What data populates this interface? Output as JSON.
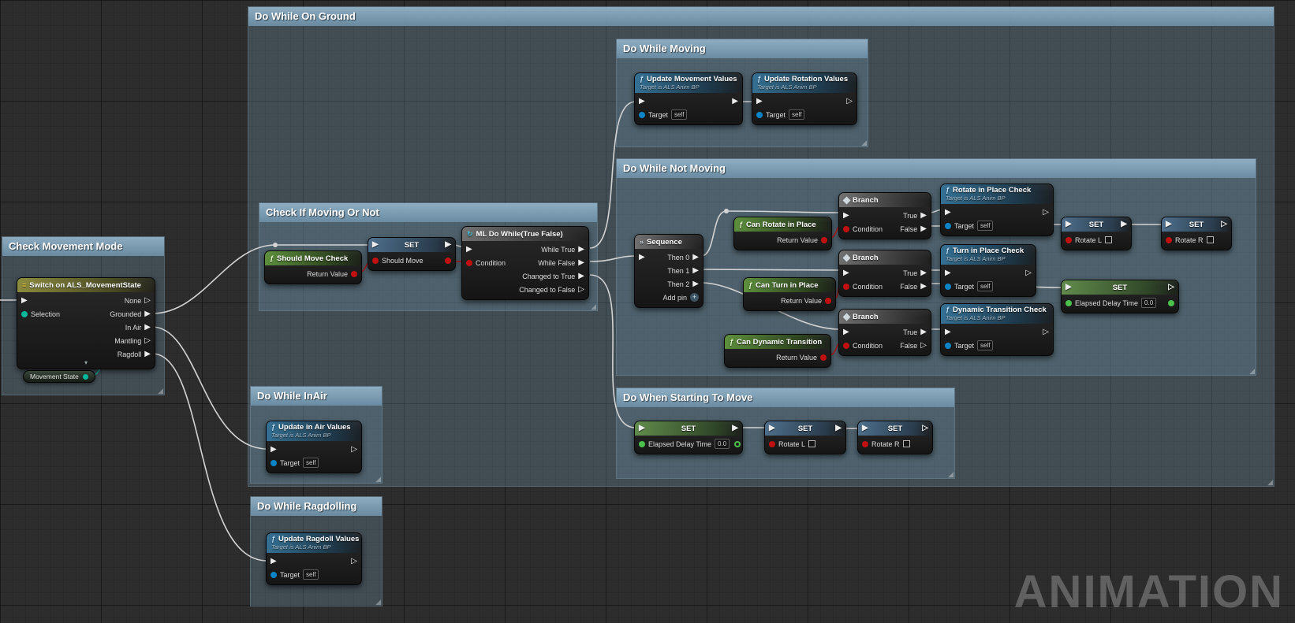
{
  "watermark": "ANIMATION",
  "colors": {
    "exec_wire": "#d4d4d4",
    "bool_pin": "#c01010",
    "float_pin": "#4cc14c",
    "object_pin": "#0a84c4",
    "enum_pin": "#00b89c",
    "comment_header": "#7fa3b8"
  },
  "comments": {
    "on_ground": "Do While On Ground",
    "moving": "Do While Moving",
    "not_moving": "Do While Not Moving",
    "check_moving": "Check If Moving Or Not",
    "movement_mode": "Check Movement Mode",
    "in_air": "Do While InAir",
    "starting_move": "Do When Starting To Move",
    "ragdolling": "Do While Ragdolling"
  },
  "common": {
    "set": "SET",
    "target": "Target",
    "self": "self",
    "return_value": "Return Value",
    "condition": "Condition",
    "true_label": "True",
    "false_label": "False",
    "branch": "Branch",
    "target_sub": "Target is ALS Anim BP",
    "elapsed_delay": "Elapsed Delay Time",
    "zero_value": "0.0",
    "rotate_l": "Rotate L",
    "rotate_r": "Rotate R",
    "add_pin": "Add pin",
    "should_move": "Should Move",
    "selection": "Selection",
    "movement_state": "Movement State"
  },
  "nodes": {
    "switch": {
      "title": "Switch on ALS_MovementState",
      "outputs": [
        "None",
        "Grounded",
        "In Air",
        "Mantling",
        "Ragdoll"
      ]
    },
    "should_move_check": "Should Move Check",
    "ml_do_while": {
      "title": "ML Do While(True False)",
      "outputs": [
        "While True",
        "While False",
        "Changed to True",
        "Changed to False"
      ]
    },
    "update_movement": "Update Movement Values",
    "update_rotation": "Update Rotation Values",
    "sequence": {
      "title": "Sequence",
      "thens": [
        "Then 0",
        "Then 1",
        "Then 2"
      ]
    },
    "can_rotate": "Can Rotate in Place",
    "can_turn": "Can Turn in Place",
    "can_dynamic": "Can Dynamic Transition",
    "rotate_check": "Rotate in Place Check",
    "turn_check": "Turn in Place Check",
    "dynamic_check": "Dynamic Transition Check",
    "update_in_air": "Update in Air Values",
    "update_ragdoll": "Update Ragdoll Values"
  }
}
